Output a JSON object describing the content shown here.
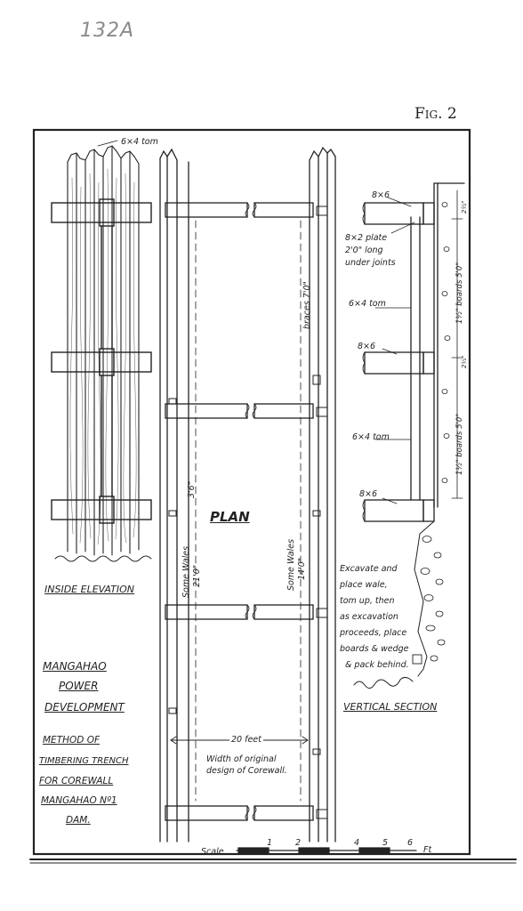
{
  "page": {
    "pencil_number": "132A",
    "fig_label": "Fig. 2"
  },
  "drawing": {
    "top_label": "6×4 tom",
    "plan_label": "PLAN",
    "inside_elevation": "INSIDE ELEVATION",
    "vertical_section": "VERTICAL SECTION",
    "dim_3_6": "3'6\"",
    "braces": "braces 7'0\"",
    "some_wales_21_a": "Some Wales",
    "some_wales_21_b": "21'0\"",
    "some_wales_14_a": "Some Wales",
    "some_wales_14_b": "14'0\"",
    "twenty_feet": "20 feet",
    "width_note_1": "Width of original",
    "width_note_2": "design of Corewall.",
    "sec_8x6_top": "8×6",
    "sec_plate_1": "8×2 plate",
    "sec_plate_2": "2'0\" long",
    "sec_plate_3": "under joints",
    "sec_tom_1": "6×4 tom",
    "sec_8x6_mid": "8×6",
    "sec_tom_2": "6×4 tom",
    "sec_8x6_bot": "8×6",
    "boards_1": "1½\" boards 5'0\"",
    "boards_2": "1½\" boards 5'0\"",
    "dim_small_1": "2½\"",
    "dim_small_2": "2½\"",
    "excavate": [
      "Excavate and",
      "place wale,",
      "tom up, then",
      "as excavation",
      "proceeds, place",
      "boards & wedge",
      "& pack behind."
    ]
  },
  "title_block": {
    "line1": "MANGAHAO",
    "line2": "POWER",
    "line3": "DEVELOPMENT",
    "line4": "METHOD OF",
    "line5": "TIMBERING TRENCH",
    "line6": "FOR COREWALL",
    "line7": "MANGAHAO Nº1",
    "line8": "DAM."
  },
  "scale_bar": {
    "label": "Scale",
    "ticks": [
      "1",
      "2",
      "4",
      "5",
      "6"
    ],
    "unit": "Ft"
  },
  "colors": {
    "ink": "#222222",
    "pencil": "#8a8a8a",
    "paper": "#ffffff"
  }
}
